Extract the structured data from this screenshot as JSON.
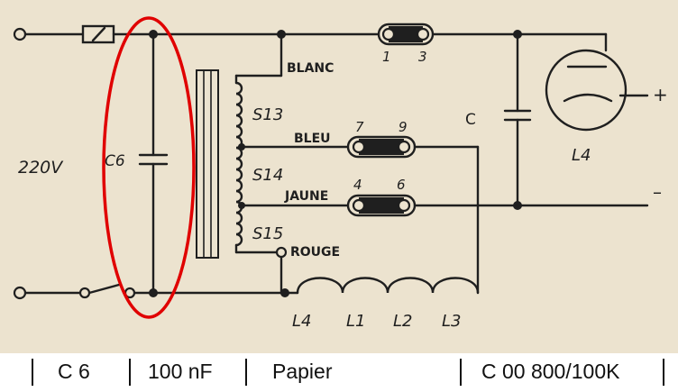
{
  "labels": {
    "supply": "220V",
    "c6": "C6",
    "blanc": "BLANC",
    "bleu": "BLEU",
    "jaune": "JAUNE",
    "rouge": "ROUGE",
    "s13": "S13",
    "s14": "S14",
    "s15": "S15",
    "pin1": "1",
    "pin3": "3",
    "pin7": "7",
    "pin9": "9",
    "pin4": "4",
    "pin6": "6",
    "c": "C",
    "tube": "L4",
    "plus": "+",
    "minus": "–",
    "fil_l4": "L4",
    "fil_l1": "L1",
    "fil_l2": "L2",
    "fil_l3": "L3"
  },
  "parts_row": {
    "ref": "C 6",
    "value": "100 nF",
    "type": "Papier",
    "code": "C 00 800/100K"
  },
  "colors": {
    "paper": "#ece3cf",
    "ink": "#1f1f1f",
    "highlight": "#e00000"
  }
}
